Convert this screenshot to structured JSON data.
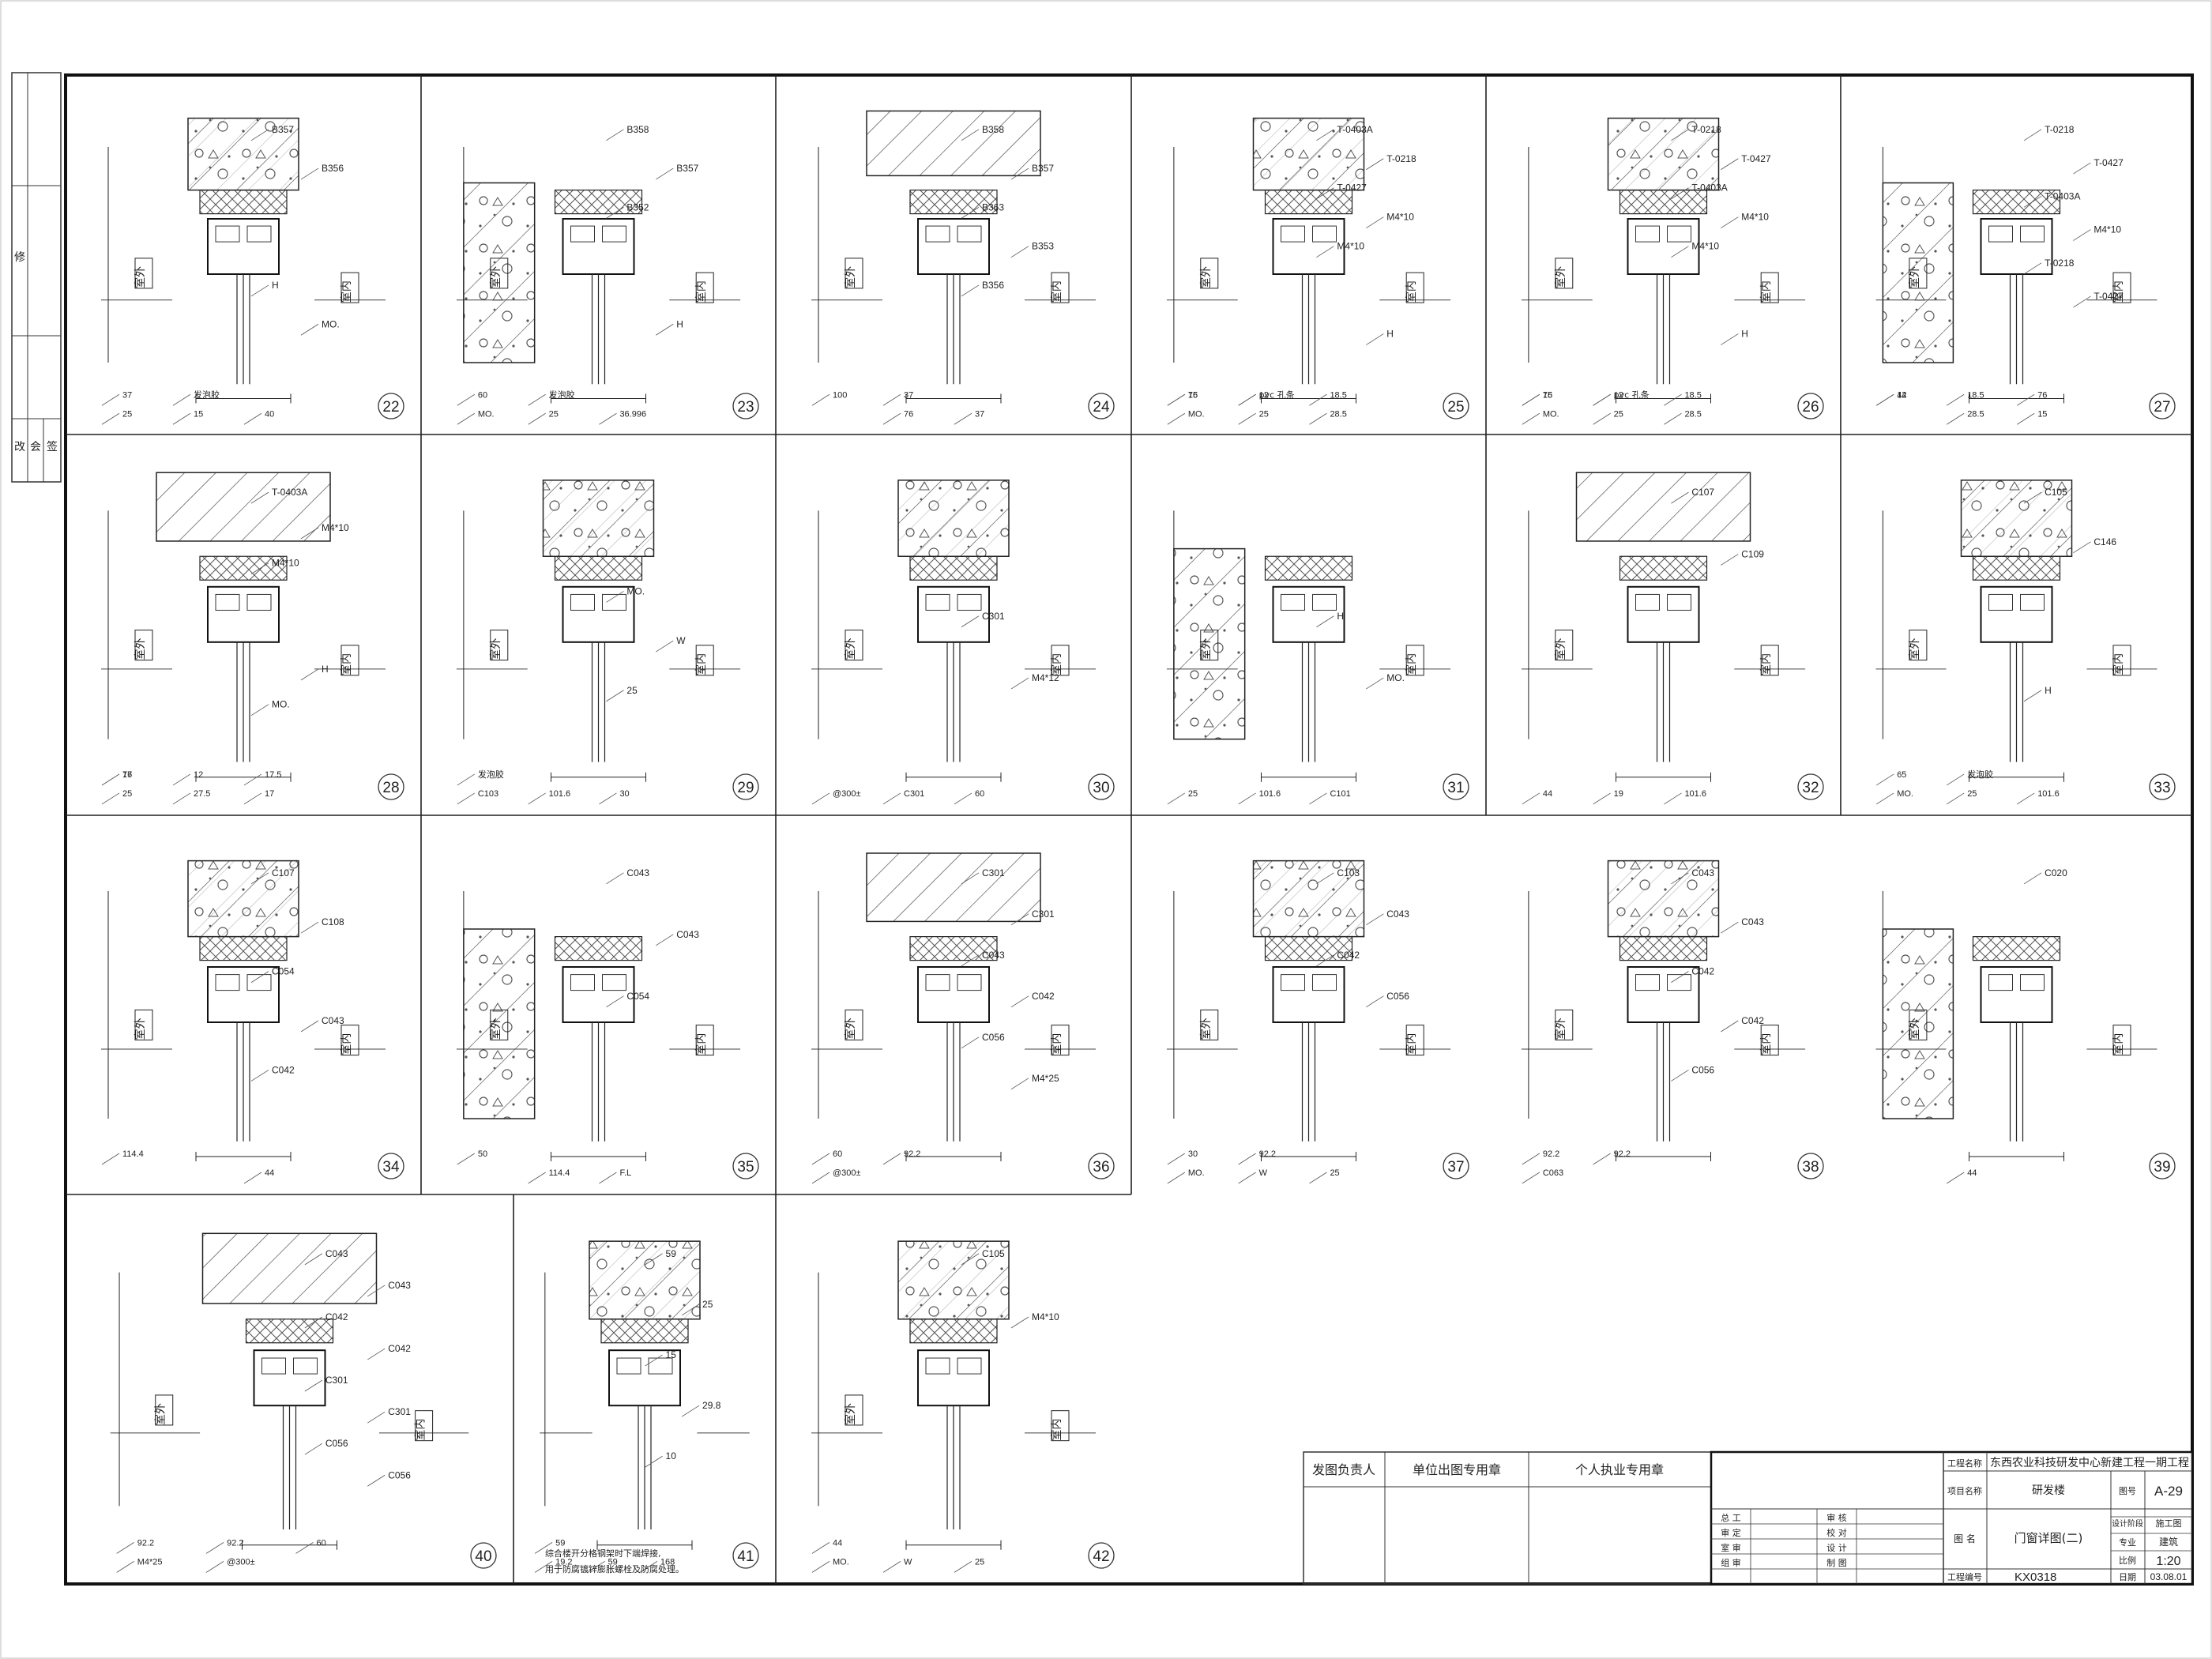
{
  "sheet": {
    "details": [
      {
        "no": "22",
        "labels": [
          "B357",
          "B356",
          "室外",
          "室内",
          "H",
          "MO.",
          "25",
          "15",
          "40",
          "37",
          "发泡胶"
        ]
      },
      {
        "no": "23",
        "labels": [
          "B358",
          "B357",
          "B352",
          "室外",
          "室内",
          "H",
          "MO.",
          "25",
          "36.996",
          "60",
          "发泡胶"
        ]
      },
      {
        "no": "24",
        "labels": [
          "B358",
          "B357",
          "B363",
          "B353",
          "B356",
          "室外",
          "室内",
          "76",
          "37",
          "100",
          "37"
        ]
      },
      {
        "no": "25",
        "labels": [
          "T-0403A",
          "T-0218",
          "T-0427",
          "M4*10",
          "M4*10",
          "室外",
          "室内",
          "H",
          "MO.",
          "25",
          "28.5",
          "15",
          "12",
          "18.5",
          "76",
          "pvc 孔条"
        ]
      },
      {
        "no": "26",
        "labels": [
          "T-0218",
          "T-0427",
          "T-0403A",
          "M4*10",
          "M4*10",
          "室外",
          "室内",
          "H",
          "MO.",
          "25",
          "28.5",
          "15",
          "12",
          "18.5",
          "76",
          "pvc 孔条"
        ]
      },
      {
        "no": "27",
        "labels": [
          "T-0218",
          "T-0427",
          "T-0403A",
          "M4*10",
          "T-0218",
          "T-0427",
          "室外",
          "室内",
          "28.5",
          "15",
          "12",
          "18.5",
          "76",
          "44"
        ]
      },
      {
        "no": "28",
        "labels": [
          "T-0403A",
          "M4*10",
          "M4*10",
          "室外",
          "室内",
          "H",
          "MO.",
          "25",
          "27.5",
          "17",
          "17",
          "12",
          "17.5",
          "76"
        ]
      },
      {
        "no": "29",
        "labels": [
          "室外",
          "室内",
          "MO.",
          "W",
          "25",
          "C103",
          "101.6",
          "30",
          "发泡胶"
        ]
      },
      {
        "no": "30",
        "labels": [
          "室外",
          "室内",
          "C301",
          "M4*12",
          "@300±",
          "C301",
          "60"
        ]
      },
      {
        "no": "31",
        "labels": [
          "室外",
          "室内",
          "H",
          "MO.",
          "25",
          "101.6",
          "C101"
        ]
      },
      {
        "no": "32",
        "labels": [
          "C107",
          "C109",
          "室外",
          "室内",
          "44",
          "19",
          "101.6"
        ]
      },
      {
        "no": "33",
        "labels": [
          "C105",
          "C146",
          "室外",
          "室内",
          "H",
          "MO.",
          "25",
          "101.6",
          "65",
          "发泡胶"
        ]
      },
      {
        "no": "34",
        "labels": [
          "C107",
          "C108",
          "C054",
          "C043",
          "C042",
          "室外",
          "室内",
          "44",
          "114.4"
        ]
      },
      {
        "no": "35",
        "labels": [
          "C043",
          "C043",
          "C054",
          "室外",
          "室内",
          "114.4",
          "F.L",
          "50"
        ]
      },
      {
        "no": "36",
        "labels": [
          "C301",
          "C301",
          "C043",
          "C042",
          "C056",
          "M4*25",
          "@300±",
          "室外",
          "室内",
          "60",
          "92.2"
        ]
      },
      {
        "no": "37",
        "labels": [
          "C103",
          "C043",
          "C042",
          "C056",
          "室外",
          "室内",
          "MO.",
          "W",
          "25",
          "30",
          "92.2"
        ]
      },
      {
        "no": "38",
        "labels": [
          "C043",
          "C043",
          "C042",
          "C042",
          "C056",
          "C063",
          "室外",
          "室内",
          "92.2",
          "92.2"
        ]
      },
      {
        "no": "39",
        "labels": [
          "C020",
          "室外",
          "室内",
          "44"
        ]
      },
      {
        "no": "40",
        "labels": [
          "C043",
          "C043",
          "C042",
          "C042",
          "C301",
          "C301",
          "C056",
          "C056",
          "M4*25",
          "@300±",
          "室外",
          "室内",
          "92.2",
          "60",
          "92.2"
        ]
      },
      {
        "no": "41",
        "labels": [
          "59",
          "25",
          "15",
          "29.8",
          "10",
          "19.2",
          "59",
          "168",
          "59"
        ]
      },
      {
        "no": "42",
        "labels": [
          "C105",
          "M4*10",
          "室外",
          "室内",
          "MO.",
          "W",
          "25",
          "44"
        ]
      }
    ],
    "note41": [
      "综合楼开分格钢架时下端焊接,",
      "用于防腐镀锌膨胀螺栓及防腐处理。"
    ],
    "left_strip": [
      "修",
      "改",
      "会",
      "签"
    ],
    "stamp_box": {
      "col1": "发图负责人",
      "col2": "单位出图专用章",
      "col3": "个人执业专用章"
    },
    "title_block": {
      "project_label": "工程名称",
      "project_name": "东西农业科技研发中心新建工程一期工程",
      "item_label": "项目名称",
      "item_name": "研发楼",
      "drawing_label": "图 名",
      "drawing_name": "门窗详图(二)",
      "sign_rows": [
        [
          "总 工",
          "审 核"
        ],
        [
          "审 定",
          "校 对"
        ],
        [
          "室 审",
          "设 计"
        ],
        [
          "组 审",
          "制 图"
        ]
      ],
      "sheet_no_label": "图号",
      "sheet_no": "A-29",
      "stage_label": "设计阶段",
      "stage": "施工图",
      "discipline_label": "专业",
      "discipline": "建筑",
      "scale_label": "比例",
      "scale": "1:20",
      "job_no_label": "工程编号",
      "job_no": "KX0318",
      "date_label": "日期",
      "date": "03.08.01"
    }
  }
}
